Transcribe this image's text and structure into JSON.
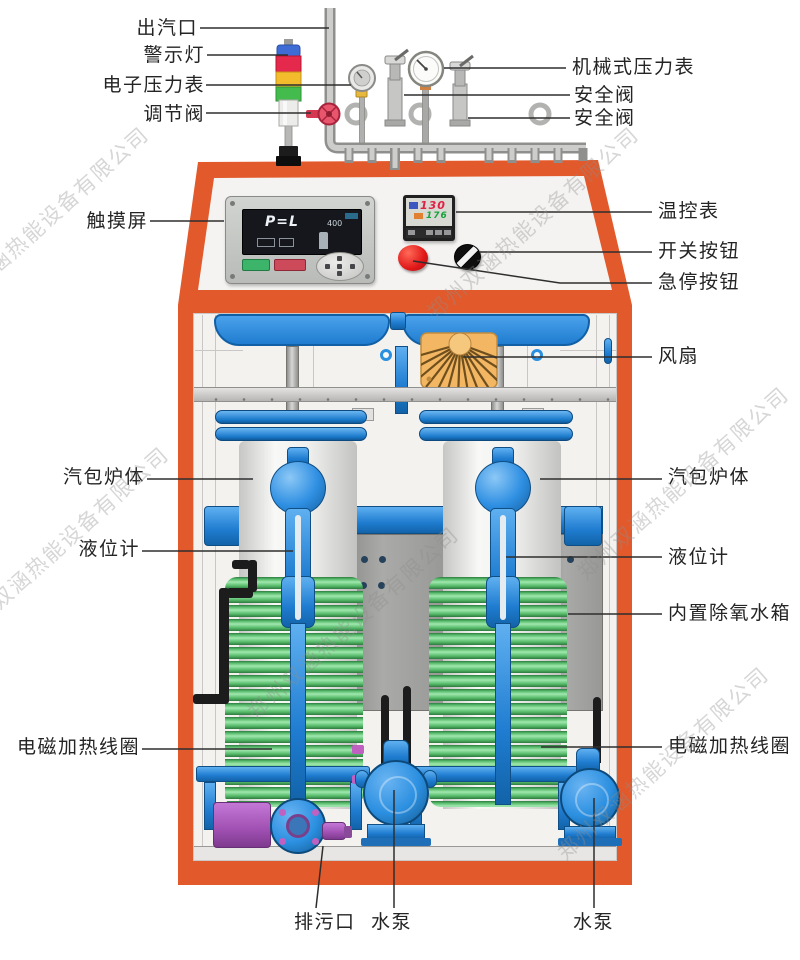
{
  "labels": {
    "steam_outlet": "出汽口",
    "warning_light": "警示灯",
    "electronic_pressure_gauge": "电子压力表",
    "regulating_valve": "调节阀",
    "mechanical_pressure_gauge": "机械式压力表",
    "safety_valve_1": "安全阀",
    "safety_valve_2": "安全阀",
    "touch_screen": "触摸屏",
    "temperature_controller": "温控表",
    "switch_button": "开关按钮",
    "emergency_stop_button": "急停按钮",
    "fan": "风扇",
    "boiler_body_left": "汽包炉体",
    "boiler_body_right": "汽包炉体",
    "level_gauge_left": "液位计",
    "level_gauge_right": "液位计",
    "deaerator_tank": "内置除氧水箱",
    "heating_coil_left": "电磁加热线圈",
    "heating_coil_right": "电磁加热线圈",
    "drain_outlet": "排污口",
    "water_pump_1": "水泵",
    "water_pump_2": "水泵"
  },
  "touch_screen_display": {
    "main": "P=L",
    "value": "400"
  },
  "temp_controller_display": {
    "pv": "130",
    "sv": "176"
  },
  "watermark": "郑州双涵热能设备有限公司",
  "colors": {
    "frame_orange": "#e2592b",
    "component_blue": "#2b8fe0",
    "coil_green": "#54b968",
    "pump_purple": "#a050b2",
    "alarm_red": "#e01818",
    "display_red": "#e01f46",
    "display_green": "#17a23b"
  }
}
